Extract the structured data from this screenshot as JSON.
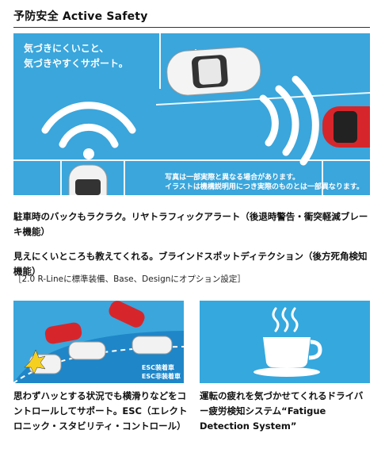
{
  "header": {
    "title": "予防安全 Active Safety"
  },
  "hero": {
    "caption_line1": "気づきにくいこと、",
    "caption_line2": "気づきやすくサポート。",
    "note_line1": "写真は一部実際と異なる場合があります。",
    "note_line2": "イラストは機構説明用につき実際のものとは一部異なります。"
  },
  "features": {
    "rear_traffic": "駐車時のバックもラクラク。リヤトラフィックアラート（後退時警告・衝突軽減ブレーキ機能）",
    "blind_spot": "見えにくいところも教えてくれる。ブラインドスポットディテクション（後方死角検知機能）",
    "availability_note": "［2.0 R-Lineに標準装備、Base、Designにオプション設定］",
    "esc": "思わずハッとする状況でも横滑りなどをコントロールしてサポート。ESC（エレクトロニック・スタビリティ・コントロール）",
    "fatigue": "運転の疲れを気づかせてくれるドライバー疲労検知システム“Fatigue Detection System”"
  },
  "esc_image": {
    "legend_on": "ESC装着車",
    "legend_off": "ESC非装着車"
  },
  "colors": {
    "hero_blue": "#3aa6dc",
    "road_blue": "#1f86c8",
    "car_red": "#d6262b"
  },
  "icons": [
    "wifi-waves-icon",
    "warning-spark-icon",
    "coffee-cup-icon"
  ]
}
